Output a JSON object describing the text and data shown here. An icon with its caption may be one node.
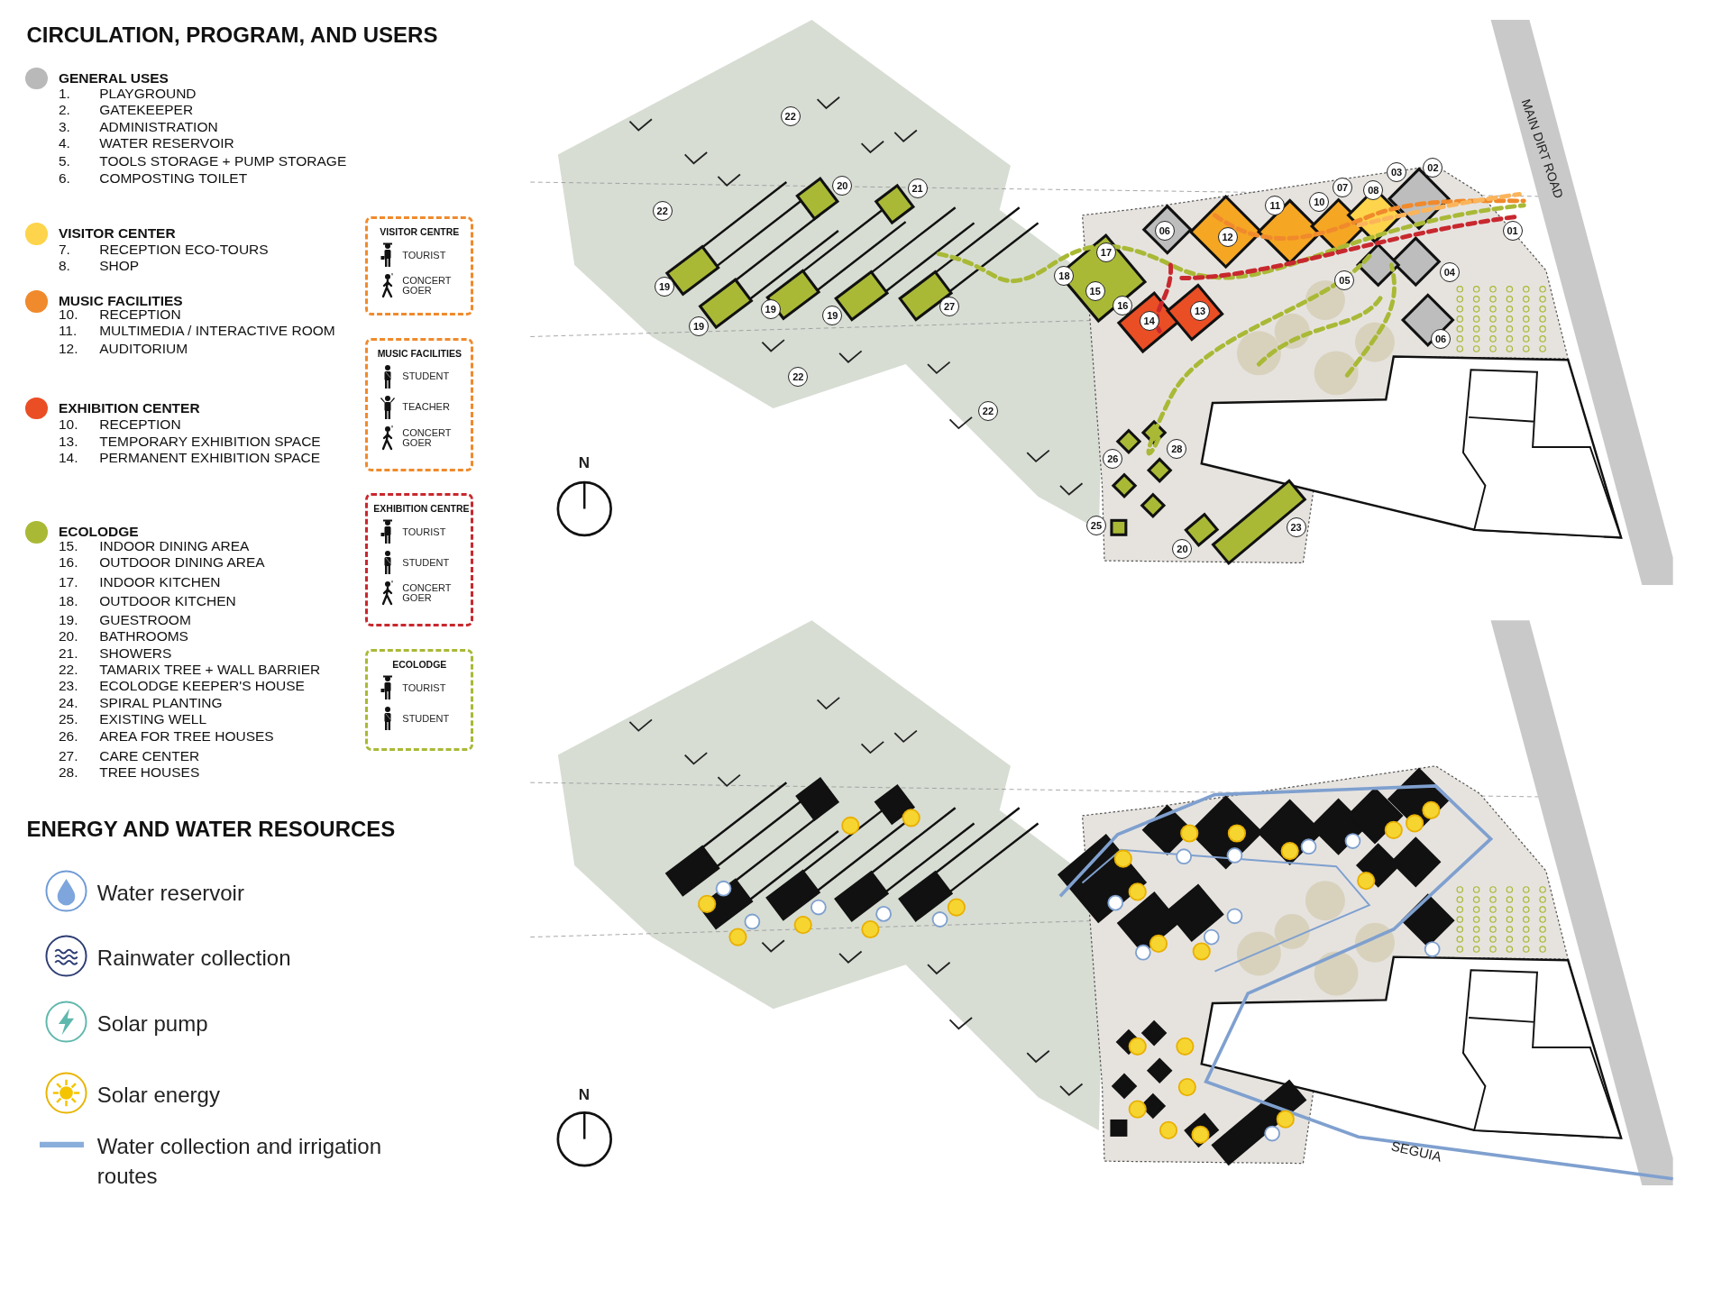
{
  "diagram": {
    "title": "CIRCULATION, PROGRAM, AND USERS",
    "nodes": [
      {
        "text": [
          "VISITOR CENTRE",
          "TOURIST",
          "CONCERT GOER"
        ]
      },
      {
        "text": [
          "MUSIC FACILITIES",
          "STUDENT",
          "TEACHER",
          "CONCERT GOER"
        ]
      },
      {
        "text": [
          "EXHIBITION CENTRE",
          "TOURIST",
          "STUDENT",
          "CONCERT GOER"
        ]
      },
      {
        "text": [
          "ECOLODGE",
          "TOURIST",
          "STUDENT"
        ]
      }
    ],
    "labels": [
      "1.",
      "PLAYGROUND",
      "2.",
      "GATEKEEPER",
      "3.",
      "ADMINISTRATION",
      "4.",
      "WATER RESERVOIR",
      "5.",
      "TOOLS STORAGE + PUMP STORAGE",
      "6.",
      "COMPOSTING TOILET",
      "7.",
      "RECEPTION ECO-TOURS",
      "8.",
      "SHOP",
      "10.",
      "RECEPTION",
      "11.",
      "MULTIMEDIA / INTERACTIVE ROOM",
      "12.",
      "AUDITORIUM",
      "10.",
      "RECEPTION",
      "13.",
      "TEMPORARY EXHIBITION SPACE",
      "14.",
      "PERMANENT EXHIBITION SPACE",
      "15.",
      "INDOOR DINING AREA",
      "16.",
      "OUTDOOR DINING AREA",
      "17.",
      "INDOOR KITCHEN",
      "18.",
      "OUTDOOR KITCHEN",
      "19.",
      "GUESTROOM",
      "20.",
      "BATHROOMS",
      "21.",
      "SHOWERS",
      "22.",
      "TAMARIX TREE + WALL BARRIER",
      "23.",
      "ECOLODGE KEEPER'S HOUSE",
      "24.",
      "SPIRAL PLANTING",
      "25.",
      "EXISTING WELL",
      "26.",
      "AREA FOR TREE HOUSES",
      "27.",
      "CARE CENTER",
      "28.",
      "TREE HOUSES",
      "ENERGY AND WATER RESOURCES",
      "22",
      "20",
      "21",
      "07",
      "08",
      "03",
      "02",
      "22",
      "06",
      "12",
      "11",
      "10",
      "01",
      "19",
      "18",
      "17",
      "05",
      "04",
      "19",
      "19",
      "19",
      "27",
      "15",
      "16",
      "14",
      "13",
      "06",
      "22",
      "22",
      "26",
      "28",
      "25",
      "23",
      "20",
      "MAIN DIRT ROAD",
      "N",
      "N",
      "SEGUIA"
    ],
    "legend": [
      {
        "text": "GENERAL USES",
        "color": "#b9b9b9"
      },
      {
        "text": "VISITOR CENTER",
        "color": "#fdd44b"
      },
      {
        "text": "MUSIC FACILITIES",
        "color": "#f08a2c"
      },
      {
        "text": "EXHIBITION CENTER",
        "color": "#ea4e25"
      },
      {
        "text": "ECOLODGE",
        "color": "#a9b936"
      },
      {
        "text": "Water reservoir"
      },
      {
        "text": "Rainwater collection"
      },
      {
        "text": "Solar pump"
      },
      {
        "text": "Solar energy"
      },
      {
        "text": "Water collection and irrigation routes"
      }
    ]
  }
}
